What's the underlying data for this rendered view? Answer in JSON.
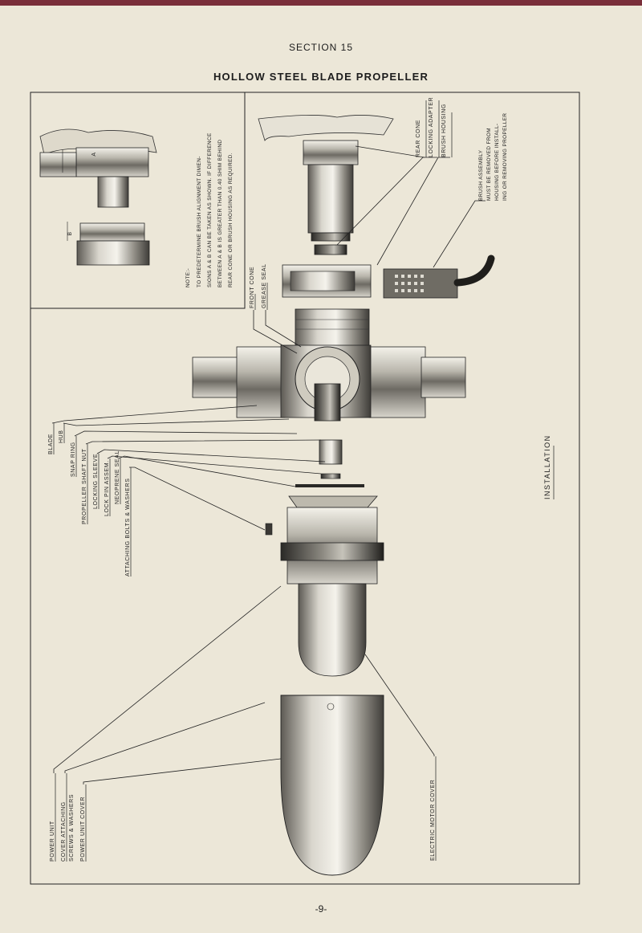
{
  "header": {
    "section": "SECTION 15",
    "title": "HOLLOW STEEL BLADE PROPELLER"
  },
  "note": {
    "prefix": "NOTE:-",
    "lines": [
      "TO PREDETERMINE BRUSH ALIGNMENT DIMEN-",
      "SIONS A & B CAN BE TAKEN AS SHOWN. IF DIFFERENCE",
      "BETWEEN A & B IS GREATER THAN 0.40 SHIM BEHIND",
      "REAR CONE OR BRUSH HOUSING AS REQUIRED."
    ],
    "dim_a": "A",
    "dim_b": "B"
  },
  "labels_right": {
    "rear_cone": "REAR CONE",
    "locking_adapter": "LOCKING ADAPTER",
    "brush_housing": "BRUSH HOUSING",
    "brush_assembly": [
      "BRUSH ASSEMBLY",
      "MUST BE REMOVED FROM",
      "HOUSING BEFORE INSTALL-",
      "ING OR REMOVING PROPELLER"
    ]
  },
  "labels_mid": {
    "front_cone": "FRONT CONE",
    "grease_seal": "GREASE SEAL"
  },
  "labels_left": {
    "blade": "BLADE",
    "hub": "HUB",
    "snap_ring": "SNAP RING",
    "propeller_shaft_nut": "PROPELLER SHAFT NUT",
    "locking_sleeve": "LOCKING SLEEVE",
    "lock_pin_assem": "LOCK PIN ASSEM.",
    "neoprene_seal": "NEOPRENE SEAL",
    "attaching_bolts": "ATTACHING BOLTS & WASHERS"
  },
  "labels_bottom": {
    "power_unit": "POWER UNIT",
    "cover_attaching": [
      "COVER ATTACHING",
      "SCREWS & WASHERS"
    ],
    "power_unit_cover": "POWER UNIT COVER",
    "electric_motor_cover": "ELECTRIC MOTOR COVER"
  },
  "side_caption": "INSTALLATION",
  "footer": {
    "page_number": "-9-"
  }
}
